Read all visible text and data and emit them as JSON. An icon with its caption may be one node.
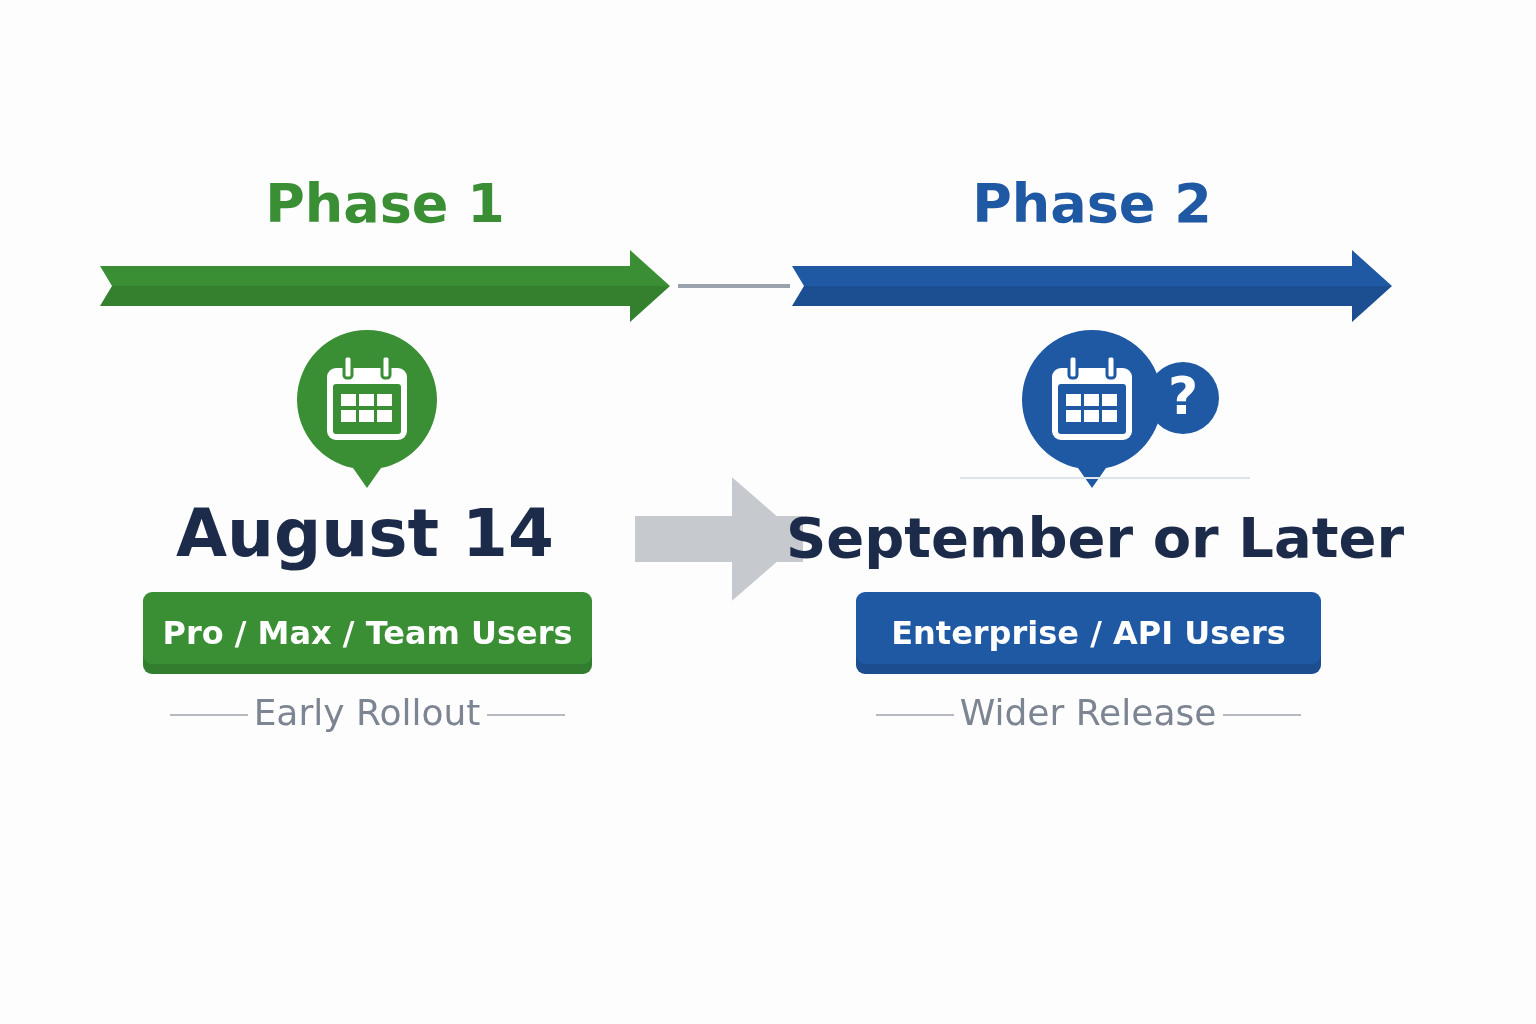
{
  "diagram": {
    "nodes": [
      {
        "text": [
          "Phase 1"
        ]
      },
      {
        "text": [
          "Phase 2"
        ]
      },
      {
        "text": [
          "August 14"
        ]
      },
      {
        "text": [
          "September or Later"
        ]
      },
      {
        "text": [
          "Pro / Max / Team Users"
        ]
      },
      {
        "text": [
          "Enterprise / API Users"
        ]
      }
    ],
    "edges": [
      {
        "from": 0,
        "to": 1,
        "arrow": "none",
        "color": "#9aa3ad"
      },
      {
        "from": 2,
        "to": 3,
        "arrow": "to",
        "style": "thick",
        "color": "#c6c9ce"
      }
    ],
    "labels": [
      "?",
      "Early Rollout",
      "Wider Release"
    ]
  }
}
